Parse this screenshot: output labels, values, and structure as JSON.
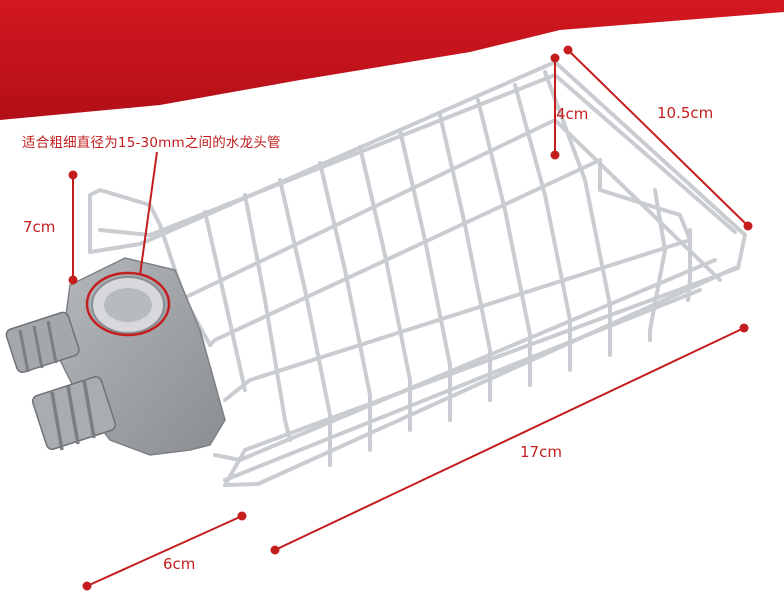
{
  "annotation": "适合粗细直径为15-30mm之间的水龙头管",
  "dimensions": {
    "top_width": "10.5cm",
    "basket_height": "4cm",
    "clip_height": "7cm",
    "length": "17cm",
    "clip_width": "6cm"
  },
  "colors": {
    "banner": "#c4131b",
    "dimension": "#c41d1d",
    "wire": "#c9ccd0",
    "clip": "#9b9ea2"
  }
}
